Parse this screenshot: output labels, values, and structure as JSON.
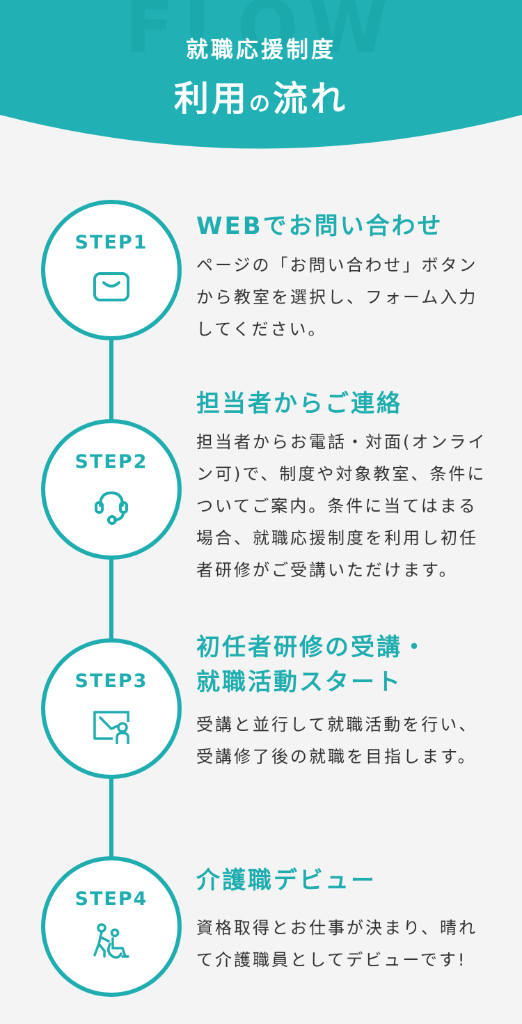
{
  "header": {
    "bg_word": "FLOW",
    "subtitle": "就職応援制度",
    "title_part1": "利用",
    "title_particle": "の",
    "title_part2": "流れ"
  },
  "colors": {
    "accent": "#1fadb0",
    "background": "#f4f4f4",
    "text": "#333333"
  },
  "steps": [
    {
      "label": "STEP1",
      "icon": "envelope-icon",
      "title_lines": [
        "WEBでお問い合わせ"
      ],
      "desc": "ページの「お問い合わせ」ボタンから教室を選択し、フォーム入力してください。"
    },
    {
      "label": "STEP2",
      "icon": "headset-icon",
      "title_lines": [
        "担当者からご連絡"
      ],
      "desc": "担当者からお電話・対面(オンライン可)で、制度や対象教室、条件についてご案内。条件に当てはまる場合、就職応援制度を利用し初任者研修がご受講いただけます。"
    },
    {
      "label": "STEP3",
      "icon": "teacher-board-icon",
      "title_lines": [
        "初任者研修の受講・",
        "就職活動スタート"
      ],
      "desc": "受講と並行して就職活動を行い、受講修了後の就職を目指します。"
    },
    {
      "label": "STEP4",
      "icon": "caregiver-wheelchair-icon",
      "title_lines": [
        "介護職デビュー"
      ],
      "desc": "資格取得とお仕事が決まり、晴れて介護職員としてデビューです!"
    }
  ]
}
